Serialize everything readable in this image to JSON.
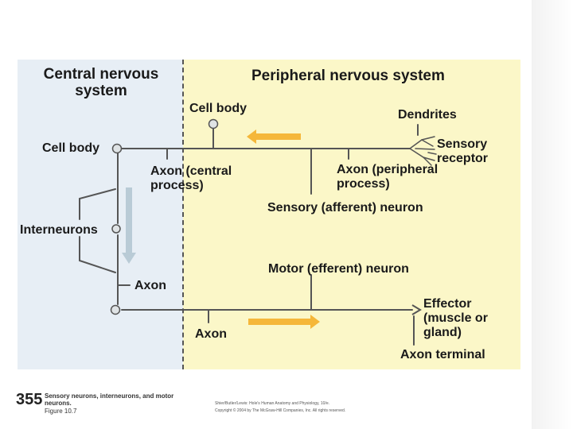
{
  "diagram": {
    "headings": {
      "cns": "Central nervous system",
      "pns": "Peripheral nervous system"
    },
    "labels": {
      "cell_body_top": "Cell body",
      "cell_body_left": "Cell body",
      "dendrites": "Dendrites",
      "sensory_receptor": "Sensory receptor",
      "axon_central": "Axon (central process)",
      "axon_peripheral": "Axon (peripheral process)",
      "sensory_neuron": "Sensory (afferent) neuron",
      "interneurons": "Interneurons",
      "axon_mid": "Axon",
      "motor_neuron": "Motor (efferent) neuron",
      "effector": "Effector (muscle or gland)",
      "axon_bottom": "Axon",
      "axon_terminal": "Axon terminal"
    },
    "colors": {
      "cns_bg": "#e7eef5",
      "pns_bg": "#fbf7c8",
      "arrow_orange": "#f5b73a",
      "arrow_blue": "#b9cbd6",
      "line": "#555555"
    }
  },
  "caption": {
    "number": "355",
    "title": "Sensory neurons, interneurons, and motor neurons.",
    "figure": "Figure 10.7",
    "credit_line1": "Shier/Butler/Lewis: Hole's Human Anatomy and Physiology, 10/e.",
    "credit_line2": "Copyright © 2004 by The McGraw-Hill Companies, Inc. All rights reserved."
  }
}
